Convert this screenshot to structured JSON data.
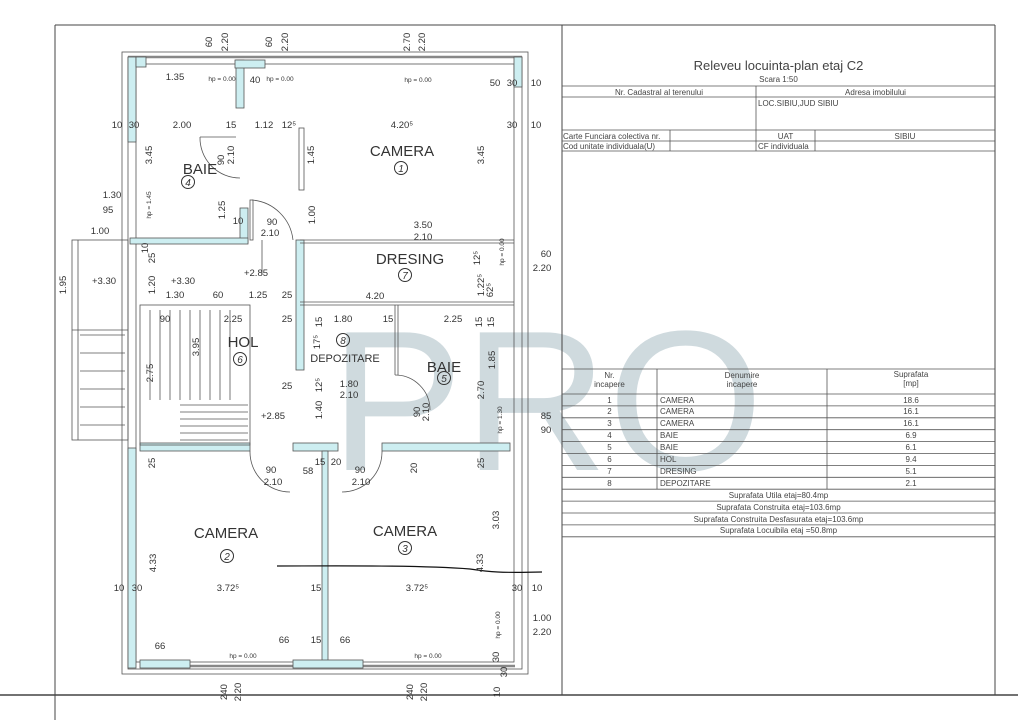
{
  "title_block": {
    "title": "Releveu locuinta-plan etaj C2",
    "scale": "Scara 1:50",
    "cadastral_label": "Nr. Cadastral al terenului",
    "address_label": "Adresa imobilului",
    "address_value": "LOC.SIBIU,JUD SIBIU",
    "carte_funciara_label": "Carte Funciara colectiva nr.",
    "uat_label": "UAT",
    "uat_value": "SIBIU",
    "cod_unitate_label": "Cod unitate individuala(U)",
    "cf_individuala_label": "CF individuala"
  },
  "rooms_table": {
    "headers": {
      "nr_line1": "Nr.",
      "nr_line2": "incapere",
      "name_line1": "Denumire",
      "name_line2": "incapere",
      "area_line1": "Suprafata",
      "area_line2": "[mp]"
    },
    "rows": [
      {
        "nr": "1",
        "name": "CAMERA",
        "area": "18.6"
      },
      {
        "nr": "2",
        "name": "CAMERA",
        "area": "16.1"
      },
      {
        "nr": "3",
        "name": "CAMERA",
        "area": "16.1"
      },
      {
        "nr": "4",
        "name": "BAIE",
        "area": "6.9"
      },
      {
        "nr": "5",
        "name": "BAIE",
        "area": "6.1"
      },
      {
        "nr": "6",
        "name": "HOL",
        "area": "9.4"
      },
      {
        "nr": "7",
        "name": "DRESING",
        "area": "5.1"
      },
      {
        "nr": "8",
        "name": "DEPOZITARE",
        "area": "2.1"
      }
    ],
    "summary": [
      "Suprafata Utila etaj=80.4mp",
      "Suprafata Construita etaj=103.6mp",
      "Suprafata Construita Desfasurata etaj=103.6mp",
      "Suprafata Locuibila etaj =50.8mp"
    ]
  },
  "watermark": "PRO",
  "plan": {
    "rooms": [
      {
        "name": "BAIE",
        "nr": "4"
      },
      {
        "name": "CAMERA",
        "nr": "1"
      },
      {
        "name": "DRESING",
        "nr": "7"
      },
      {
        "name": "HOL",
        "nr": "6"
      },
      {
        "name": "DEPOZITARE",
        "nr": "8"
      },
      {
        "name": "BAIE",
        "nr": "5"
      },
      {
        "name": "CAMERA",
        "nr": "2"
      },
      {
        "name": "CAMERA",
        "nr": "3"
      }
    ],
    "dimensions": [
      "60",
      "2.20",
      "60",
      "2.20",
      "2.70",
      "2.20",
      "1.35",
      "hp = 0.00",
      "40",
      "hp = 0.00",
      "hp = 0.00",
      "50",
      "30",
      "10",
      "10",
      "30",
      "2.00",
      "15",
      "1.12",
      "12⁵",
      "4.20⁵",
      "30",
      "10",
      "3.45",
      "90",
      "2.10",
      "1.45",
      "3.45",
      "1.30",
      "95",
      "hp = 1.45",
      "1.25",
      "10",
      "90",
      "2.10",
      "1.00",
      "3.50",
      "2.10",
      "1.00",
      "10",
      "25",
      "+2.85",
      "1.95",
      "+3.30",
      "+3.30",
      "1.20",
      "60",
      "2.20",
      "12⁵",
      "1.22⁵",
      "62⁵",
      "hp = 0.00",
      "1.30",
      "60",
      "1.25",
      "25",
      "4.20",
      "90",
      "2.25",
      "25",
      "15",
      "1.80",
      "15",
      "2.25",
      "15",
      "15",
      "3.95",
      "17⁵",
      "1.85",
      "2.75",
      "25",
      "12⁵",
      "1.80",
      "2.10",
      "2.70",
      "90",
      "2.10",
      "+2.85",
      "1.40",
      "85",
      "90",
      "hp = 1.30",
      "25",
      "20",
      "25",
      "90",
      "2.10",
      "58",
      "15",
      "20",
      "90",
      "2.10",
      "3.03",
      "4.33",
      "4.33",
      "10",
      "30",
      "3.72⁵",
      "15",
      "3.72⁵",
      "30",
      "10",
      "1.00",
      "2.20",
      "hp = 0.00",
      "66",
      "66",
      "15",
      "66",
      "hp = 0.00",
      "hp = 0.00",
      "30",
      "30",
      "10",
      "240",
      "2.20",
      "240",
      "2.20"
    ]
  },
  "colors": {
    "wall_fill": "#cdeef1",
    "line": "#555555",
    "watermark": "#a9bcc4"
  }
}
